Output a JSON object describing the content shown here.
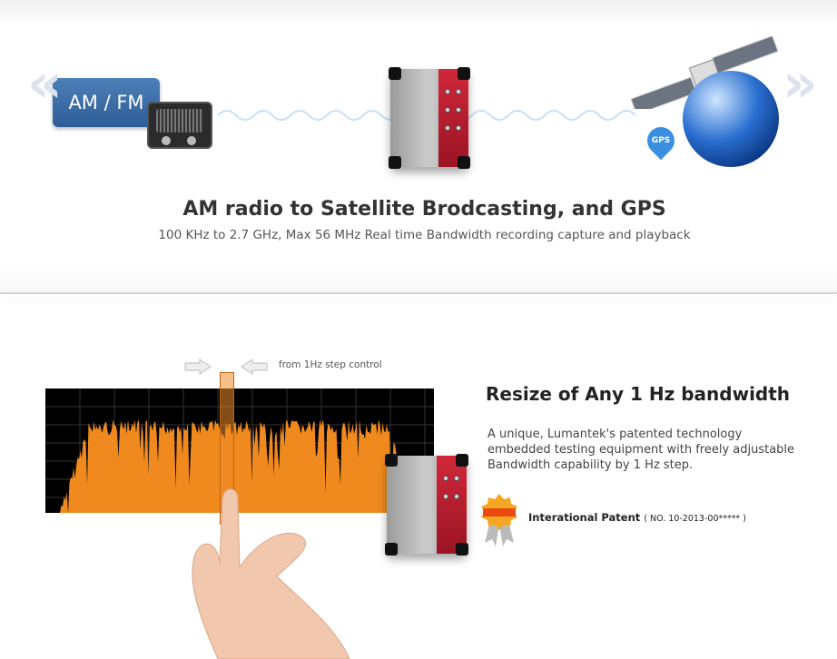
{
  "top": {
    "badge_label": "AM / FM",
    "gps_pin_label": "GPS",
    "title": "AM radio to Satellite Brodcasting, and GPS",
    "subtitle": "100 KHz to 2.7 GHz, Max 56 MHz  Real time Bandwidth recording capture and playback"
  },
  "bottom": {
    "step_label": "from 1Hz step control",
    "title": "Resize of Any 1 Hz bandwidth",
    "description": "A unique, Lumantek's patented technology embedded testing equipment with freely adjustable Bandwidth capability by 1 Hz step.",
    "patent_label": "Interational Patent",
    "patent_number": "( NO. 10-2013-00***** )"
  },
  "colors": {
    "accent_blue": "#2d5d96",
    "spectrum": "#f08a1e",
    "device_red": "#c41e30"
  }
}
